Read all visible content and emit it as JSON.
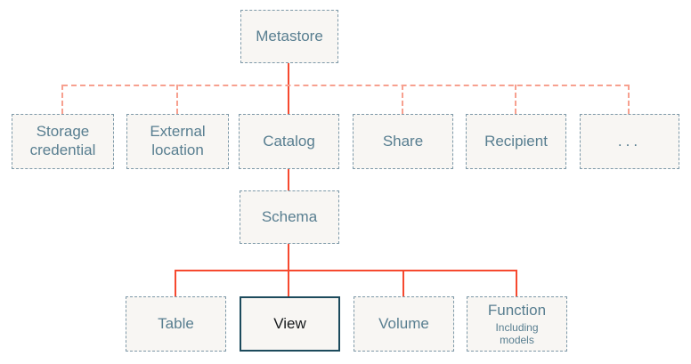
{
  "diagram": {
    "nodes": {
      "metastore": {
        "label": "Metastore"
      },
      "storage_credential": {
        "label": "Storage credential"
      },
      "external_location": {
        "label": "External location"
      },
      "catalog": {
        "label": "Catalog"
      },
      "share": {
        "label": "Share"
      },
      "recipient": {
        "label": "Recipient"
      },
      "ellipsis": {
        "label": "..."
      },
      "schema": {
        "label": "Schema"
      },
      "table": {
        "label": "Table"
      },
      "view": {
        "label": "View"
      },
      "volume": {
        "label": "Volume"
      },
      "function": {
        "label": "Function",
        "sublabel": "Including models"
      }
    },
    "edges": [
      {
        "from": "Metastore",
        "to": "Storage credential",
        "style": "dotted"
      },
      {
        "from": "Metastore",
        "to": "External location",
        "style": "dotted"
      },
      {
        "from": "Metastore",
        "to": "Catalog",
        "style": "solid"
      },
      {
        "from": "Metastore",
        "to": "Share",
        "style": "dotted"
      },
      {
        "from": "Metastore",
        "to": "Recipient",
        "style": "dotted"
      },
      {
        "from": "Metastore",
        "to": "...",
        "style": "dotted"
      },
      {
        "from": "Catalog",
        "to": "Schema",
        "style": "solid"
      },
      {
        "from": "Schema",
        "to": "Table",
        "style": "solid"
      },
      {
        "from": "Schema",
        "to": "View",
        "style": "solid"
      },
      {
        "from": "Schema",
        "to": "Volume",
        "style": "solid"
      },
      {
        "from": "Schema",
        "to": "Function",
        "style": "solid"
      }
    ],
    "highlighted_node": "View",
    "palette": {
      "solid_connector": "#f6492f",
      "dotted_connector": "#f7a08f",
      "node_background": "#f8f6f3",
      "node_border": "#7e99a8",
      "node_text": "#587e90",
      "highlight_border": "#1c4a5c",
      "highlight_text": "#16191b",
      "page_background": "#ffffff"
    }
  }
}
